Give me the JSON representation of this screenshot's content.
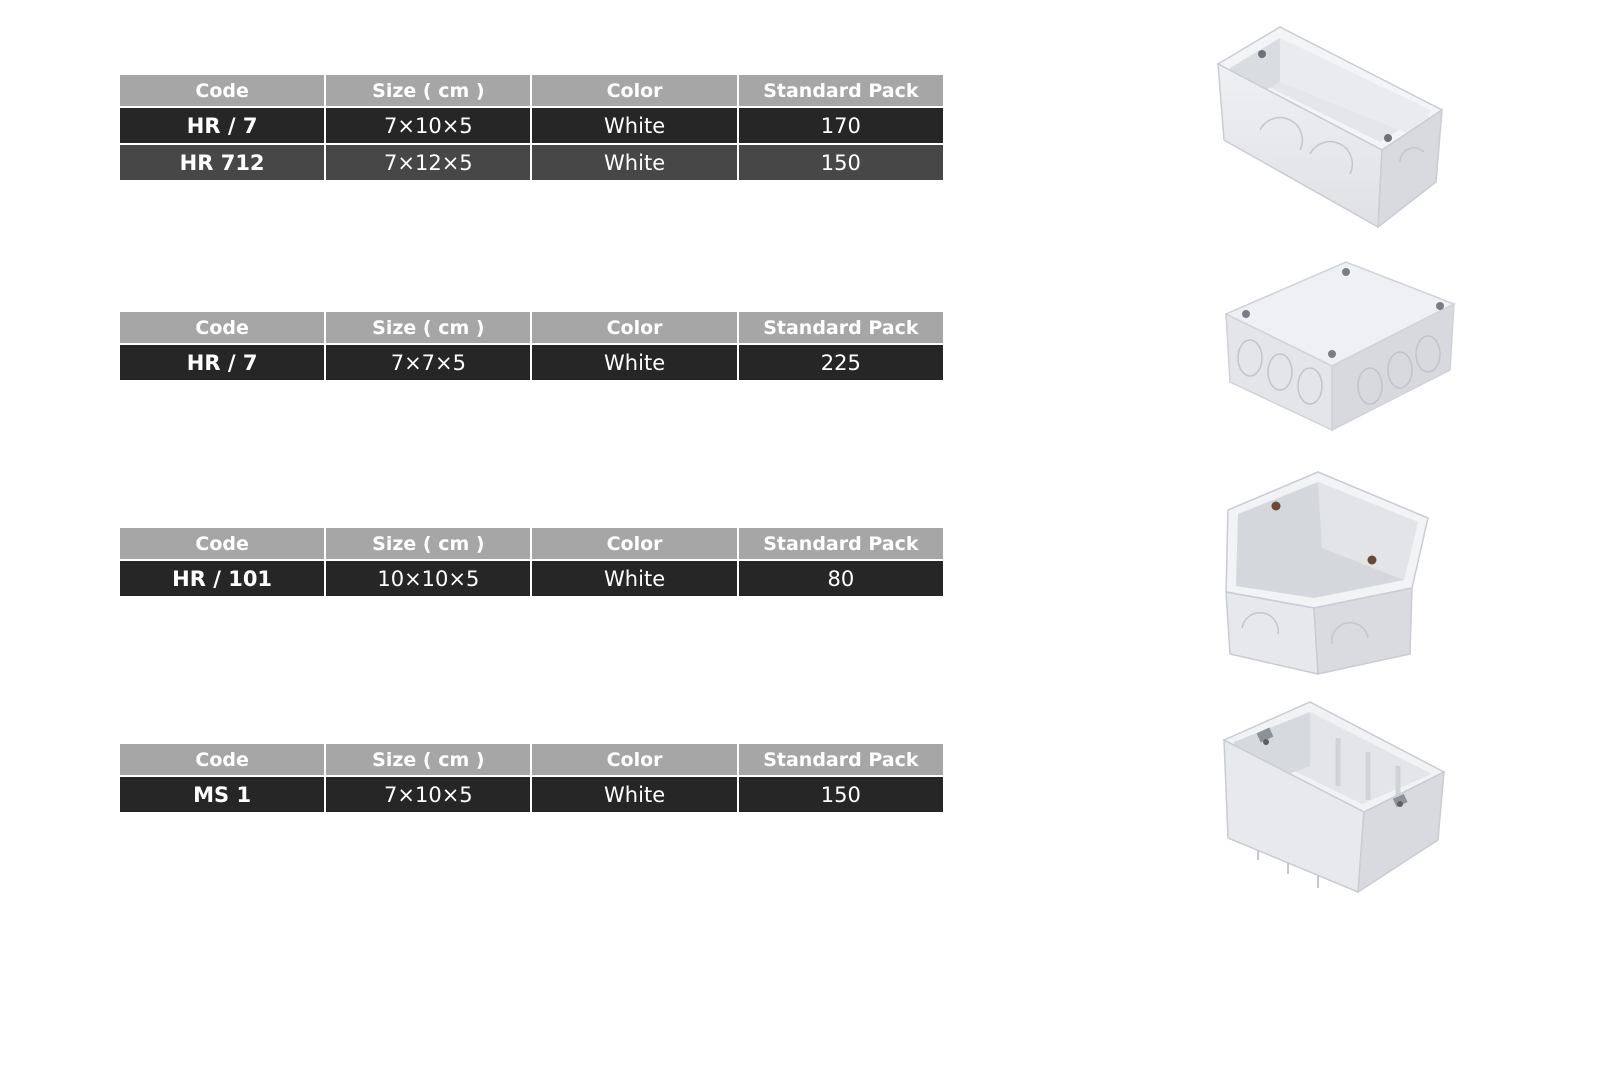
{
  "tables": [
    {
      "headers": [
        "Code",
        "Size ( cm )",
        "Color",
        "Standard Pack"
      ],
      "rows": [
        {
          "code": "HR / 7",
          "size": "7×10×5",
          "color": "White",
          "pack": "170"
        },
        {
          "code": "HR 712",
          "size": "7×12×5",
          "color": "White",
          "pack": "150"
        }
      ]
    },
    {
      "headers": [
        "Code",
        "Size ( cm )",
        "Color",
        "Standard Pack"
      ],
      "rows": [
        {
          "code": "HR / 7",
          "size": "7×7×5",
          "color": "White",
          "pack": "225"
        }
      ]
    },
    {
      "headers": [
        "Code",
        "Size ( cm )",
        "Color",
        "Standard Pack"
      ],
      "rows": [
        {
          "code": "HR / 101",
          "size": "10×10×5",
          "color": "White",
          "pack": "80"
        }
      ]
    },
    {
      "headers": [
        "Code",
        "Size ( cm )",
        "Color",
        "Standard Pack"
      ],
      "rows": [
        {
          "code": "MS 1",
          "size": "7×10×5",
          "color": "White",
          "pack": "150"
        }
      ]
    }
  ],
  "colors": {
    "header_bg": "#a6a6a6",
    "row_dark": "#262626",
    "row_mid": "#474747",
    "text": "#ffffff",
    "box_light": "#f0f1f4",
    "box_shade": "#d6d8dd"
  },
  "images": [
    {
      "name": "rectangular-flush-box-image"
    },
    {
      "name": "square-junction-box-with-lid-image"
    },
    {
      "name": "square-flush-box-image"
    },
    {
      "name": "rectangular-box-with-metal-lugs-image"
    }
  ]
}
